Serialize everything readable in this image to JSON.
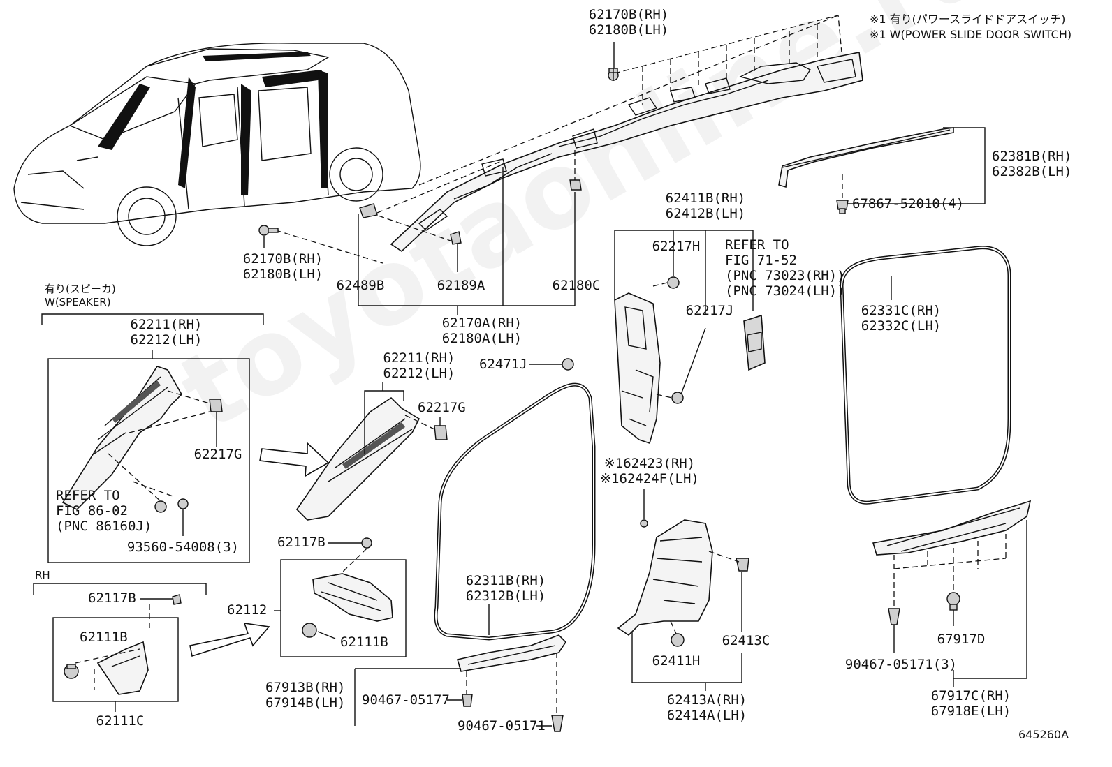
{
  "notes": {
    "line1": "※1 有り(パワースライドドアスイッチ)",
    "line2": "※1 W(POWER SLIDE DOOR SWITCH)"
  },
  "figure_id": "645260A",
  "watermark": "toyotaonline.ru",
  "labels": {
    "top_bolt": "62170B(RH)\n62180B(LH)",
    "roof_trim": "62381B(RH)\n62382B(LH)",
    "roof_clip": "67867-52010(4)",
    "left_bolt": "62170B(RH)\n62180B(LH)",
    "p62489B": "62489B",
    "p62189A": "62189A",
    "p62180C": "62180C",
    "pillar_a": "62170A(RH)\n62180A(LH)",
    "pillar_b_trim": "62411B(RH)\n62412B(LH)",
    "p62217H": "62217H",
    "p62217J": "62217J",
    "refer_71": "REFER TO\nFIG 71-52\n(PNC 73023(RH))\n(PNC 73024(LH))",
    "rear_seal": "62331C(RH)\n62332C(LH)",
    "speaker_jp": "有り(スピーカ)",
    "speaker_en": "W(SPEAKER)",
    "box_a_title": "62211(RH)\n62212(LH)",
    "box_a_clip": "62217G",
    "refer_86": "REFER TO\nFIG 86-02\n(PNC 86160J)",
    "screw_93560": "93560-54008(3)",
    "rh": "RH",
    "p62117B_left": "62117B",
    "p62111B_left": "62111B",
    "p62111C": "62111C",
    "mid_title": "62211(RH)\n62212(LH)",
    "mid_clip": "62217G",
    "p62471J": "62471J",
    "p62117B_mid": "62117B",
    "p62112": "62112",
    "p62111B_mid": "62111B",
    "front_seal": "62311B(RH)\n62312B(LH)",
    "scuff_front": "67913B(RH)\n67914B(LH)",
    "clip_05177": "90467-05177",
    "clip_05171": "90467-05171",
    "switch_part": "※162423(RH)\n※162424F(LH)",
    "p62411H": "62411H",
    "p62413C": "62413C",
    "lower_b": "62413A(RH)\n62414A(LH)",
    "rear_clip_group": "90467-05171(3)",
    "p67917D": "67917D",
    "scuff_rear": "67917C(RH)\n67918E(LH)"
  }
}
